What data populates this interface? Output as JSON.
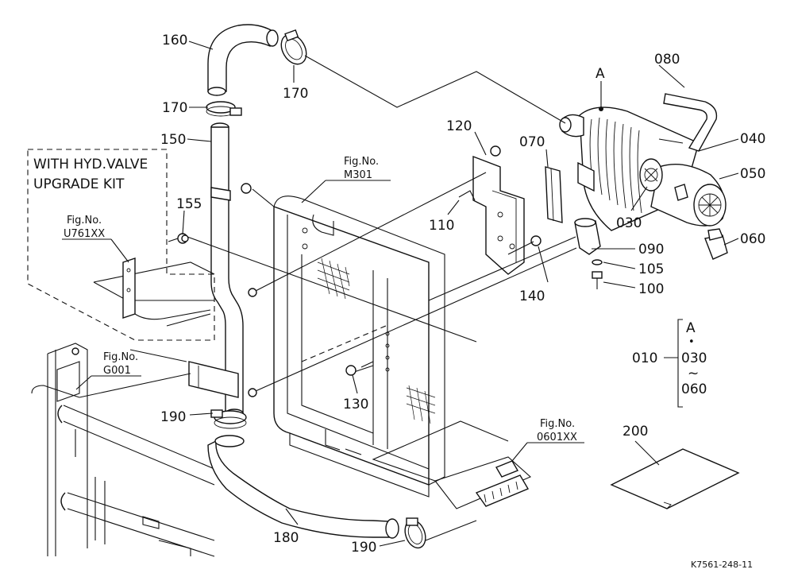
{
  "drawing": {
    "kit_label_line1": "WITH HYD.VALVE",
    "kit_label_line2": "UPGRADE KIT",
    "drawing_number": "K7561-248-11"
  },
  "fig_refs": [
    {
      "title": "Fig.No.",
      "number": "M301"
    },
    {
      "title": "Fig.No.",
      "number": "U761XX"
    },
    {
      "title": "Fig.No.",
      "number": "G001"
    },
    {
      "title": "Fig.No.",
      "number": "0601XX"
    }
  ],
  "callouts": {
    "p160": "160",
    "p170a": "170",
    "p170b": "170",
    "p150": "150",
    "p155": "155",
    "p120": "120",
    "p070": "070",
    "p080": "080",
    "p040": "040",
    "p050": "050",
    "p060": "060",
    "p030": "030",
    "p110": "110",
    "p140": "140",
    "p090": "090",
    "p105": "105",
    "p100": "100",
    "p130": "130",
    "p190a": "190",
    "p190b": "190",
    "p180": "180",
    "p200": "200",
    "pointA": "A"
  },
  "assembly_legend": {
    "assembly": "010",
    "point": "A",
    "dot": "•",
    "from": "030",
    "tilde": "~",
    "to": "060"
  }
}
